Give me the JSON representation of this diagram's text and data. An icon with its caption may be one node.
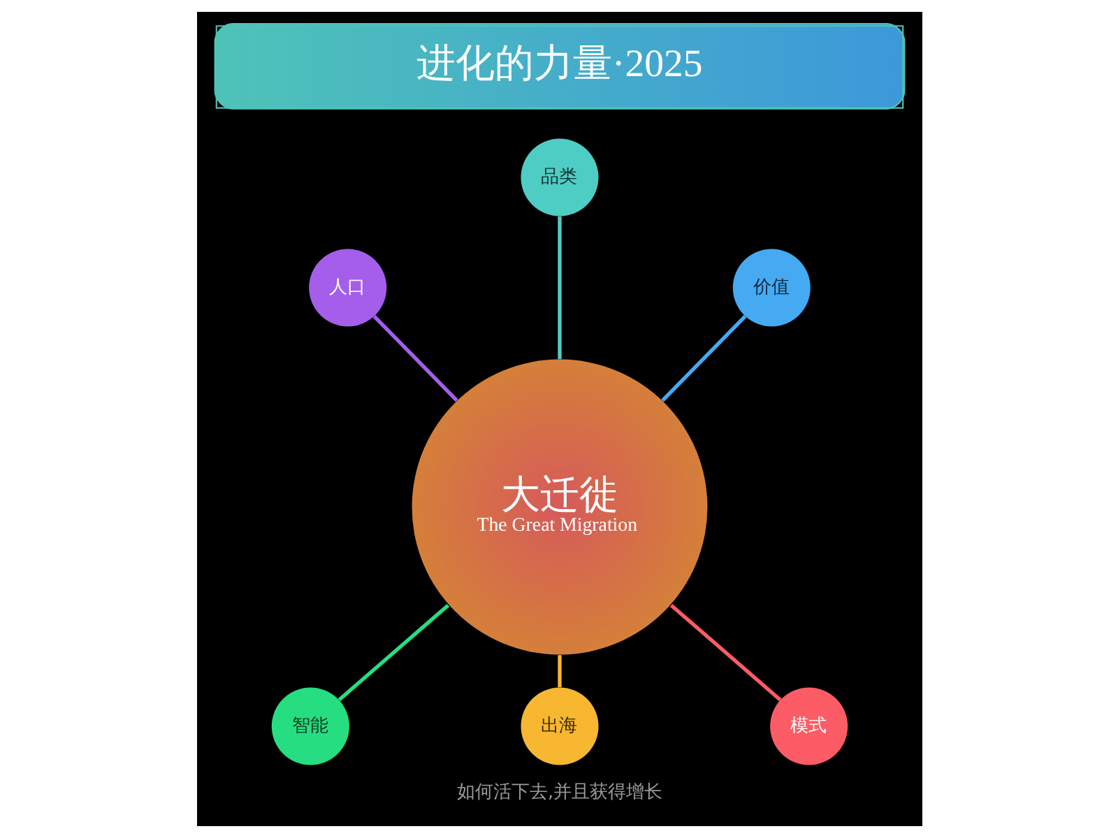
{
  "diagram": {
    "title": "进化的力量·2025",
    "caption": "如何活下去,并且获得增长",
    "nodes": [
      {
        "text": [
          "品类"
        ]
      },
      {
        "text": [
          "人口"
        ]
      },
      {
        "text": [
          "价值"
        ]
      },
      {
        "text": [
          "大迁徙",
          "The Great Migration"
        ]
      },
      {
        "text": [
          "智能"
        ]
      },
      {
        "text": [
          "模式"
        ]
      },
      {
        "text": [
          "出海"
        ]
      }
    ],
    "edges": [
      {
        "from": 1,
        "to": 3,
        "arrow": "none",
        "color": "#a55eea"
      },
      {
        "from": 0,
        "to": 3,
        "arrow": "none",
        "color": "#4ecdc4"
      },
      {
        "from": 2,
        "to": 3,
        "arrow": "none",
        "color": "#45aaf2"
      },
      {
        "from": 3,
        "to": 4,
        "arrow": "none",
        "color": "#26de81"
      },
      {
        "from": 3,
        "to": 6,
        "arrow": "none",
        "color": "#f7b731"
      },
      {
        "from": 3,
        "to": 5,
        "arrow": "none",
        "color": "#fc5c65"
      }
    ]
  }
}
